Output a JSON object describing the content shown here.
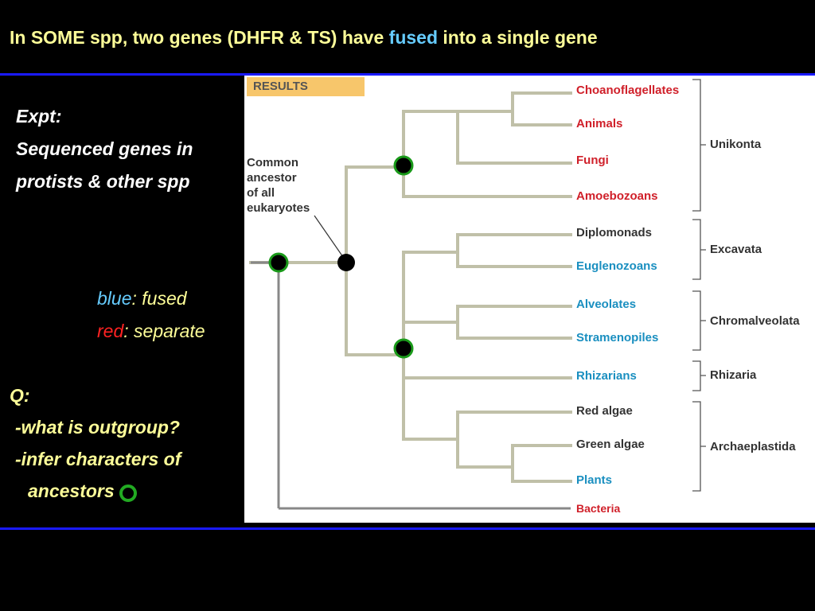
{
  "header": {
    "title_pre": "In SOME spp, two genes (DHFR & TS) have ",
    "title_highlight": "fused",
    "title_post": " into a single gene"
  },
  "left": {
    "expt_label": "Expt:",
    "expt_line1": "Sequenced genes in",
    "expt_line2": "protists & other spp",
    "legend_blue_word": "blue",
    "legend_blue_rest": ": fused",
    "legend_red_word": "red",
    "legend_red_rest": ": separate",
    "q_label": "Q:",
    "q_line1": "-what is outgroup?",
    "q_line2": "-infer characters of",
    "q_line3": "ancestors"
  },
  "figure": {
    "results_label": "RESULTS",
    "common_ancestor": [
      "Common",
      "ancestor",
      "of all",
      "eukaryotes"
    ],
    "taxa": [
      {
        "name": "Choanoflagellates",
        "status": "separate"
      },
      {
        "name": "Animals",
        "status": "separate"
      },
      {
        "name": "Fungi",
        "status": "separate"
      },
      {
        "name": "Amoebozoans",
        "status": "separate"
      },
      {
        "name": "Diplomonads",
        "status": "unknown"
      },
      {
        "name": "Euglenozoans",
        "status": "fused"
      },
      {
        "name": "Alveolates",
        "status": "fused"
      },
      {
        "name": "Stramenopiles",
        "status": "fused"
      },
      {
        "name": "Rhizarians",
        "status": "fused"
      },
      {
        "name": "Red algae",
        "status": "unknown"
      },
      {
        "name": "Green algae",
        "status": "unknown"
      },
      {
        "name": "Plants",
        "status": "fused"
      },
      {
        "name": "Bacteria",
        "status": "separate"
      }
    ],
    "groups": [
      "Unikonta",
      "Excavata",
      "Chromalveolata",
      "Rhizaria",
      "Archaeplastida"
    ]
  },
  "colors": {
    "fused": "#1a8fc0",
    "separate": "#d0202a",
    "unknown": "#333333",
    "branch": "#c0c0a8",
    "outgroup_branch": "#888888",
    "ancestor_ring": "#1a9a1a"
  }
}
